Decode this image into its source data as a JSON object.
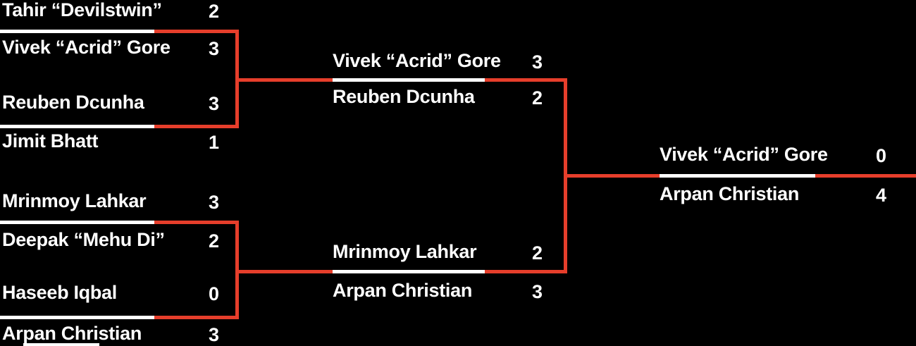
{
  "app": {
    "view": "tournament-bracket"
  },
  "colors": {
    "background": "#000000",
    "text": "#ffffff",
    "divider_white": "#ffffff",
    "connector_red": "#e63e2b"
  },
  "bracket": {
    "rounds": [
      {
        "matches": [
          {
            "players": [
              {
                "name": "Tahir “Devilstwin”",
                "score": "2"
              },
              {
                "name": "Vivek “Acrid” Gore",
                "score": "3"
              }
            ]
          },
          {
            "players": [
              {
                "name": "Reuben Dcunha",
                "score": "3"
              },
              {
                "name": "Jimit Bhatt",
                "score": "1"
              }
            ]
          },
          {
            "players": [
              {
                "name": "Mrinmoy Lahkar",
                "score": "3"
              },
              {
                "name": "Deepak “Mehu Di”",
                "score": "2"
              }
            ]
          },
          {
            "players": [
              {
                "name": "Haseeb Iqbal",
                "score": "0"
              },
              {
                "name": "Arpan Christian",
                "score": "3"
              }
            ]
          }
        ]
      },
      {
        "matches": [
          {
            "players": [
              {
                "name": "Vivek “Acrid” Gore",
                "score": "3"
              },
              {
                "name": "Reuben Dcunha",
                "score": "2"
              }
            ]
          },
          {
            "players": [
              {
                "name": "Mrinmoy Lahkar",
                "score": "2"
              },
              {
                "name": "Arpan Christian",
                "score": "3"
              }
            ]
          }
        ]
      },
      {
        "matches": [
          {
            "players": [
              {
                "name": "Vivek “Acrid” Gore",
                "score": "0"
              },
              {
                "name": "Arpan Christian",
                "score": "4"
              }
            ]
          }
        ]
      }
    ]
  }
}
